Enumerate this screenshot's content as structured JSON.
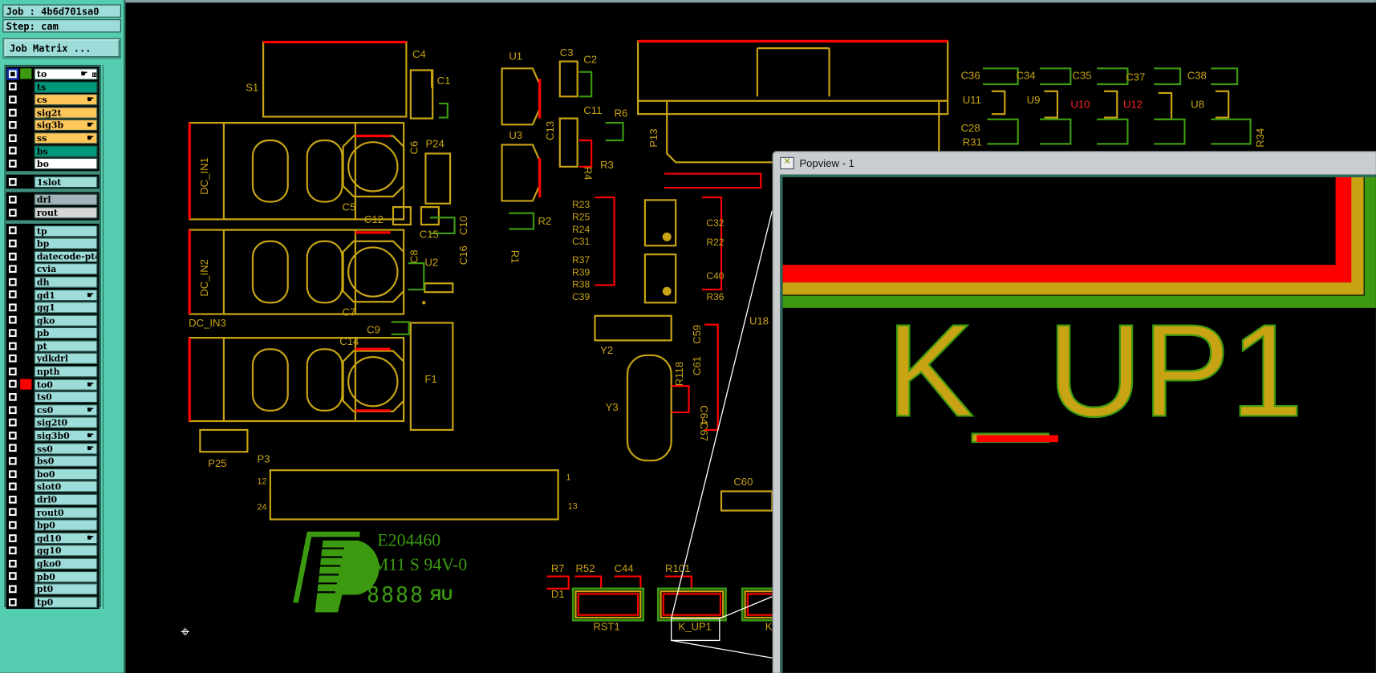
{
  "job": {
    "job_label": "Job : 4b6d701sa0",
    "step_label": "Step: cam",
    "job_matrix_button": "Job Matrix ..."
  },
  "layers": [
    {
      "name": "to",
      "bg": "#ffffff",
      "swatch": "#3c9a10",
      "hand": true,
      "grid": true,
      "group": 0
    },
    {
      "name": "ts",
      "bg": "#00987a",
      "group": 0
    },
    {
      "name": "cs",
      "bg": "#ffc65a",
      "hand": true,
      "group": 0
    },
    {
      "name": "sig2t",
      "bg": "#ffc65a",
      "group": 0
    },
    {
      "name": "sig3b",
      "bg": "#ffc65a",
      "hand": true,
      "group": 0
    },
    {
      "name": "ss",
      "bg": "#ffc65a",
      "hand": true,
      "group": 0
    },
    {
      "name": "bs",
      "bg": "#00987a",
      "group": 0
    },
    {
      "name": "bo",
      "bg": "#ffffff",
      "group": 0
    },
    {
      "name": "1slot",
      "bg": "#9ddcd8",
      "group": 1
    },
    {
      "name": "drl",
      "bg": "#a2b4ba",
      "group": 2
    },
    {
      "name": "rout",
      "bg": "#d6d6d6",
      "group": 2
    },
    {
      "name": "tp",
      "group": 3
    },
    {
      "name": "bp",
      "group": 3
    },
    {
      "name": "datecode-ptop",
      "group": 3
    },
    {
      "name": "cvia",
      "group": 3
    },
    {
      "name": "dh",
      "group": 3
    },
    {
      "name": "gd1",
      "hand": true,
      "group": 3
    },
    {
      "name": "gg1",
      "group": 3
    },
    {
      "name": "gko",
      "group": 3
    },
    {
      "name": "pb",
      "group": 3
    },
    {
      "name": "pt",
      "group": 3
    },
    {
      "name": "ydkdrl",
      "group": 3
    },
    {
      "name": "npth",
      "group": 3
    },
    {
      "name": "to0",
      "swatch": "#ff0000",
      "hand": true,
      "group": 3
    },
    {
      "name": "ts0",
      "group": 3
    },
    {
      "name": "cs0",
      "hand": true,
      "group": 3
    },
    {
      "name": "sig2t0",
      "group": 3
    },
    {
      "name": "sig3b0",
      "hand": true,
      "group": 3
    },
    {
      "name": "ss0",
      "hand": true,
      "group": 3
    },
    {
      "name": "bs0",
      "group": 3
    },
    {
      "name": "bo0",
      "group": 3
    },
    {
      "name": "slot0",
      "group": 3
    },
    {
      "name": "drl0",
      "group": 3
    },
    {
      "name": "rout0",
      "group": 3
    },
    {
      "name": "bp0",
      "group": 3
    },
    {
      "name": "gd10",
      "hand": true,
      "group": 3
    },
    {
      "name": "gg10",
      "group": 3
    },
    {
      "name": "gko0",
      "group": 3
    },
    {
      "name": "pb0",
      "group": 3
    },
    {
      "name": "pt0",
      "group": 3
    },
    {
      "name": "tp0",
      "group": 3
    }
  ],
  "colors": {
    "silk": "#c8a414",
    "copper_top": "#ff0000",
    "mask": "#3c9a10",
    "panel": "#55cdb0",
    "layer_row": "#9ddcd8"
  },
  "pcb": {
    "refs": {
      "S1": "S1",
      "C4": "C4",
      "C1": "C1",
      "DC_IN1": "DC_IN1",
      "DC_IN2": "DC_IN2",
      "DC_IN3": "DC_IN3",
      "C5": "C5",
      "C6": "C6",
      "P24": "P24",
      "C12": "C12",
      "C15": "C15",
      "C10": "C10",
      "C16": "C16",
      "C8": "C8",
      "U2": "U2",
      "C7": "C7",
      "C14": "C14",
      "C9": "C9",
      "F1": "F1",
      "P25": "P25",
      "P3": "P3",
      "P3_12": "12",
      "P3_24": "24",
      "P3_1": "1",
      "P3_13": "13",
      "U1": "U1",
      "U3": "U3",
      "C3": "C3",
      "C2": "C2",
      "C11": "C11",
      "C13": "C13",
      "R6": "R6",
      "R3": "R3",
      "R4": "R4",
      "R2": "R2",
      "R1": "R1",
      "P13": "P13",
      "R23": "R23",
      "R25": "R25",
      "R24": "R24",
      "C31": "C31",
      "R37": "R37",
      "R39": "R39",
      "R38": "R38",
      "C39": "C39",
      "C32": "C32",
      "R22": "R22",
      "C40": "C40",
      "R36": "R36",
      "Y2": "Y2",
      "Y3": "Y3",
      "R118": "R118",
      "C61": "C61",
      "C59": "C59",
      "C64": "C64",
      "C67": "C67",
      "U18": "U18",
      "C60": "C60",
      "R7": "R7",
      "R52": "R52",
      "C44": "C44",
      "R101": "R101",
      "D1": "D1",
      "RST1": "RST1",
      "K_UP1": "K_UP1",
      "K": "K",
      "C36": "C36",
      "C34": "C34",
      "C35": "C35",
      "C37": "C37",
      "C38": "C38",
      "U11": "U11",
      "U9": "U9",
      "U10": "U10",
      "U12": "U12",
      "U8": "U8",
      "C28": "C28",
      "R31": "R31",
      "R34": "R34"
    },
    "logo": {
      "ul_number": "E204460",
      "material": "M11 S 94V-0",
      "datecode": "8888"
    }
  },
  "popview": {
    "title": "Popview - 1",
    "zoomed_text": "K_UP1"
  }
}
